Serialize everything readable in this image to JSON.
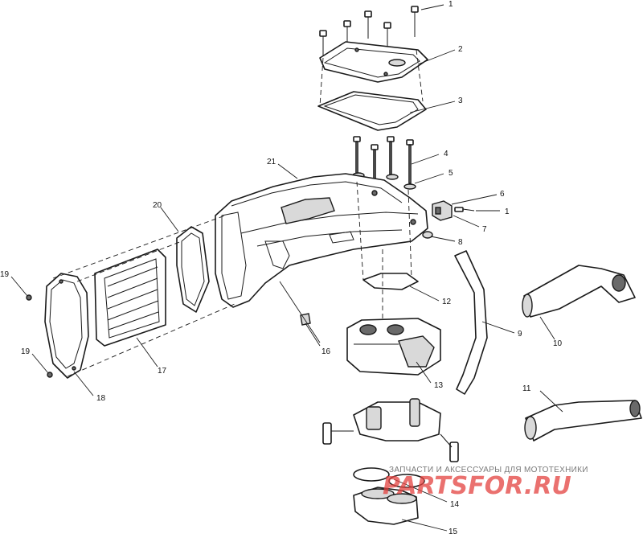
{
  "diagram": {
    "type": "exploded-parts-diagram",
    "callouts": {
      "c1a": "1",
      "c2": "2",
      "c3": "3",
      "c4": "4",
      "c5": "5",
      "c6": "6",
      "c1b": "1",
      "c7": "7",
      "c8": "8",
      "c9": "9",
      "c10": "10",
      "c11": "11",
      "c12": "12",
      "c13": "13",
      "c14": "14",
      "c15": "15",
      "c16": "16",
      "c17": "17",
      "c18": "18",
      "c19a": "19",
      "c19b": "19",
      "c20": "20",
      "c21": "21"
    }
  },
  "watermark": {
    "tagline": "ЗАПЧАСТИ И АКСЕССУАРЫ ДЛЯ МОТОТЕХНИКИ",
    "logo": "PARTSFOR.RU",
    "logo_color": "#e4423f"
  }
}
